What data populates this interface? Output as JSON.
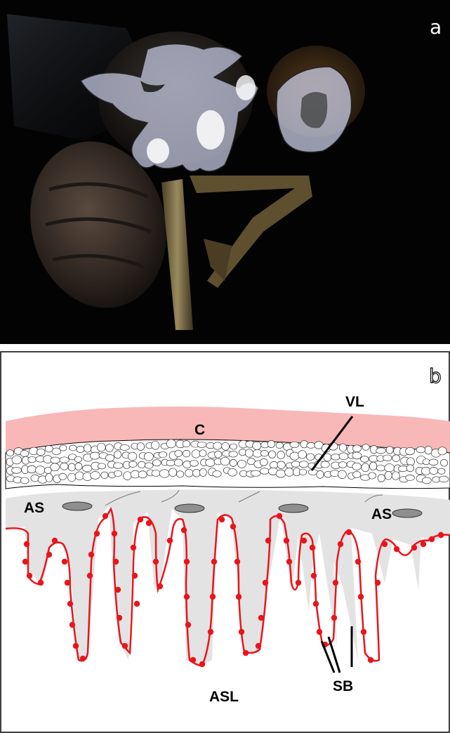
{
  "panels": {
    "a": {
      "letter": "a"
    },
    "b": {
      "letter": "b"
    }
  },
  "labels": {
    "c": "C",
    "vl": "VL",
    "as_left": "AS",
    "as_right": "AS",
    "sb": "SB",
    "asl": "ASL"
  },
  "colors": {
    "cuticle": "#f9b8b8",
    "vacuolated_layer": "#ffffff",
    "epithelium": "#e3e3e3",
    "secretory_border": "#e8151b",
    "air_sac": "#8f8f8f",
    "overlay": "#c9cde6"
  }
}
